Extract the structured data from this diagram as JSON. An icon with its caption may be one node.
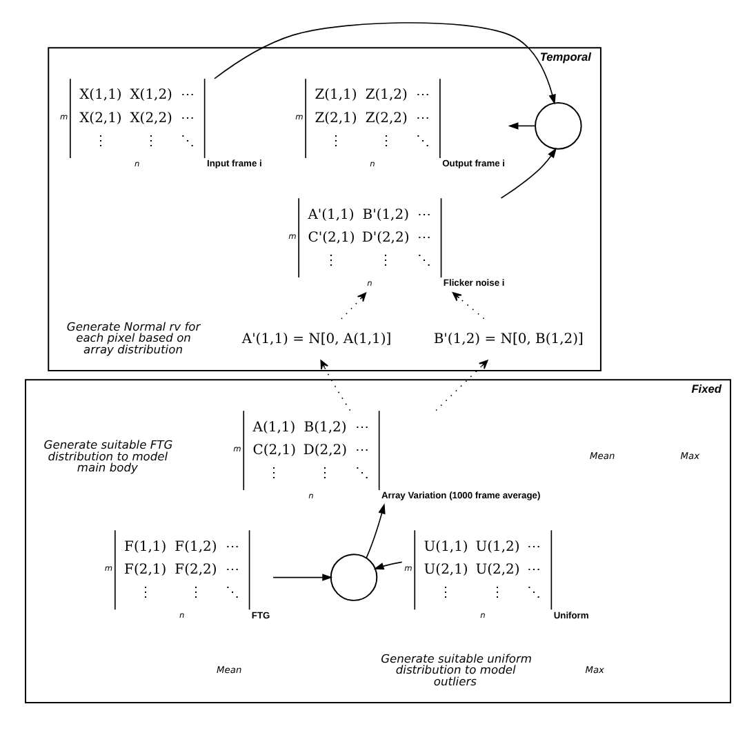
{
  "diagram": {
    "nodes": [
      {
        "text": [
          "Temporal"
        ]
      },
      {
        "text": [
          "X(1,1)",
          "X(1,2)",
          "⋯",
          "X(2,1)",
          "X(2,2)",
          "⋯",
          "⋮",
          "⋮",
          "⋱",
          "m",
          "n",
          "Input frame i"
        ],
        "in": 0
      },
      {
        "text": [],
        "shape": "circle",
        "in": 0
      },
      {
        "text": [
          "Z(1,1)",
          "Z(1,2)",
          "⋯",
          "Z(2,1)",
          "Z(2,2)",
          "⋯",
          "⋮",
          "⋮",
          "⋱",
          "m",
          "n",
          "Output frame i"
        ],
        "in": 0
      },
      {
        "text": [
          "A'(1,1)",
          "B'(1,2)",
          "⋯",
          "C'(2,1)",
          "D'(2,2)",
          "⋯",
          "⋮",
          "⋮",
          "⋱",
          "m",
          "n",
          "Flicker noise i"
        ],
        "in": 0
      },
      {
        "text": [
          "A'(1,1) = N[0, A(1,1)]"
        ],
        "in": 0
      },
      {
        "text": [
          "B'(1,2) = N[0, B(1,2)]"
        ],
        "in": 0
      },
      {
        "text": [
          "Fixed"
        ]
      },
      {
        "text": [
          "A(1,1)",
          "B(1,2)",
          "⋯",
          "C(2,1)",
          "D(2,2)",
          "⋯",
          "⋮",
          "⋮",
          "⋱",
          "m",
          "n",
          "Array Variation (1000 frame average)"
        ],
        "in": 7
      },
      {
        "text": [],
        "shape": "circle",
        "in": 7
      },
      {
        "text": [
          "F(1,1)",
          "F(1,2)",
          "⋯",
          "F(2,1)",
          "F(2,2)",
          "⋯",
          "⋮",
          "⋮",
          "⋱",
          "m",
          "n",
          "FTG"
        ],
        "in": 7
      },
      {
        "text": [
          "U(1,1)",
          "U(1,2)",
          "⋯",
          "U(2,1)",
          "U(2,2)",
          "⋯",
          "⋮",
          "⋮",
          "⋱",
          "m",
          "n",
          "Uniform"
        ],
        "in": 7
      }
    ],
    "edges": [
      {
        "from": 1,
        "to": 2,
        "arrow": "to"
      },
      {
        "from": 2,
        "to": 3,
        "arrow": "to"
      },
      {
        "from": 4,
        "to": 2,
        "arrow": "to"
      },
      {
        "from": 5,
        "to": 4,
        "arrow": "to",
        "style": "dashed"
      },
      {
        "from": 6,
        "to": 4,
        "arrow": "to",
        "style": "dashed"
      },
      {
        "from": 8,
        "to": 5,
        "arrow": "to",
        "style": "dashed"
      },
      {
        "from": 8,
        "to": 6,
        "arrow": "to",
        "style": "dashed"
      },
      {
        "from": 10,
        "to": 9,
        "arrow": "to"
      },
      {
        "from": 11,
        "to": 9,
        "arrow": "to"
      },
      {
        "from": 9,
        "to": 8,
        "arrow": "to"
      }
    ],
    "labels": [
      "Generate Normal rv for each pixel based on array distribution",
      "Mean",
      "Max",
      "Generate suitable FTG distribution to model main body",
      "Mean",
      "Generate suitable uniform distribution to model outliers",
      "Max"
    ]
  }
}
